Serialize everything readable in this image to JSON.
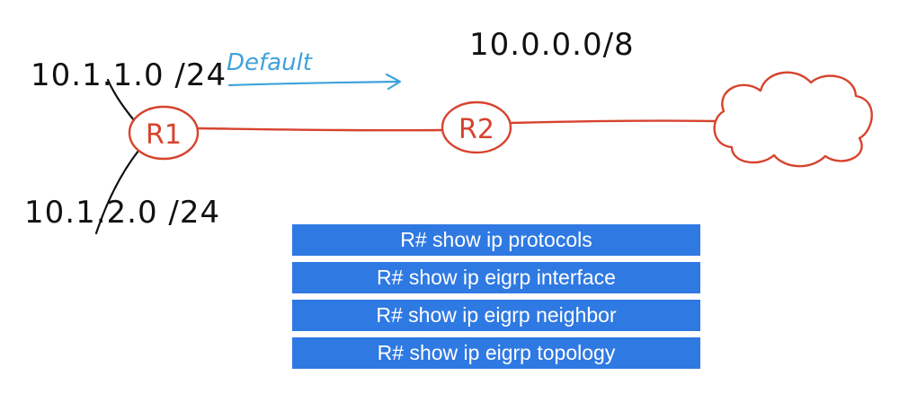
{
  "diagram": {
    "networks": {
      "r1_top": "10.1.1.0 /24",
      "r1_bottom": "10.1.2.0 /24",
      "r2_remote": "10.0.0.0/8"
    },
    "routers": {
      "r1": "R1",
      "r2": "R2"
    },
    "default_label": "Default",
    "colors": {
      "link": "#d7432e",
      "default_arrow": "#3ea2db",
      "command_bg": "#2f79e2"
    }
  },
  "commands": [
    "R# show ip protocols",
    "R# show ip eigrp interface",
    "R# show ip eigrp neighbor",
    "R# show ip eigrp topology"
  ]
}
